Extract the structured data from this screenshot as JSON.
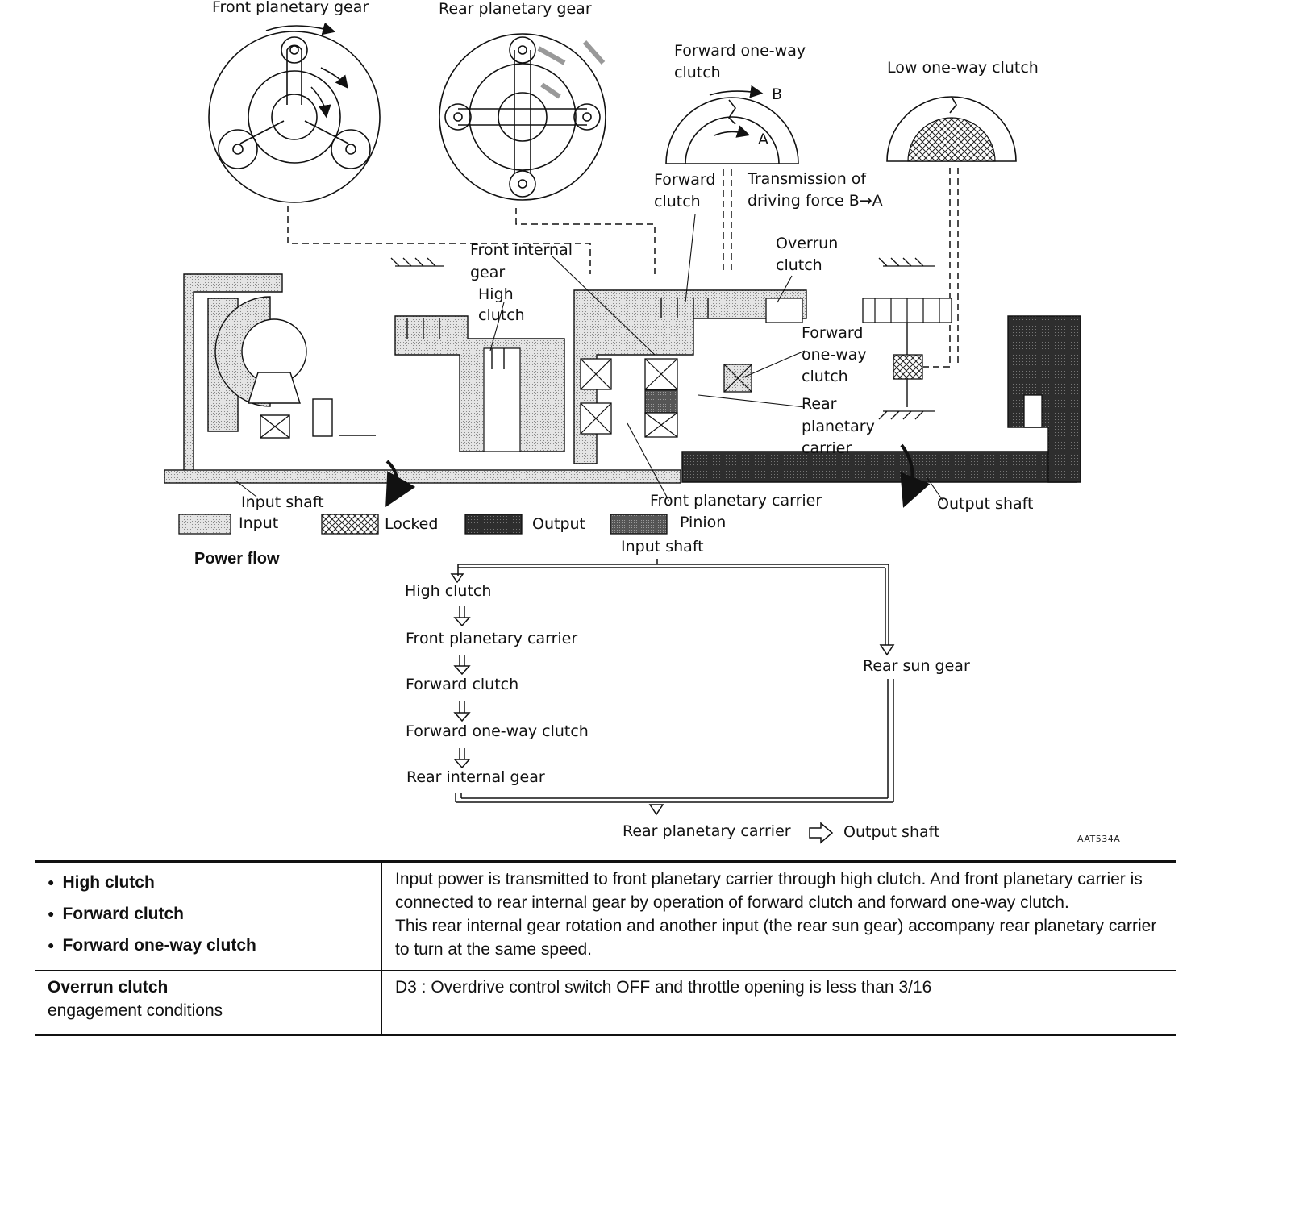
{
  "diagram": {
    "labels": {
      "front_planetary_gear": "Front planetary gear",
      "rear_planetary_gear": "Rear planetary gear",
      "forward_one_way_clutch_top_1": "Forward one-way",
      "forward_one_way_clutch_top_2": "clutch",
      "letter_b": "B",
      "letter_a": "A",
      "low_one_way_clutch": "Low one-way clutch",
      "forward_clutch_1": "Forward",
      "forward_clutch_2": "clutch",
      "transmission_1": "Transmission of",
      "transmission_2": "driving force B→A",
      "front_internal_1": "Front internal",
      "front_internal_2": "gear",
      "high_clutch_1": "High",
      "high_clutch_2": "clutch",
      "overrun_1": "Overrun",
      "overrun_2": "clutch",
      "fwd_owc_1": "Forward",
      "fwd_owc_2": "one-way",
      "fwd_owc_3": "clutch",
      "rear_carrier_1": "Rear",
      "rear_carrier_2": "planetary",
      "rear_carrier_3": "carrier",
      "input_shaft": "Input shaft",
      "front_planetary_carrier": "Front planetary carrier",
      "output_shaft": "Output shaft"
    },
    "legend": [
      {
        "label": "Input",
        "pattern": "input"
      },
      {
        "label": "Locked",
        "pattern": "locked"
      },
      {
        "label": "Output",
        "pattern": "output"
      },
      {
        "label": "Pinion",
        "pattern": "pinion"
      }
    ],
    "code": "AAT534A"
  },
  "power_flow": {
    "title": "Power flow",
    "start": "Input shaft",
    "left_chain": [
      "High clutch",
      "Front planetary carrier",
      "Forward clutch",
      "Forward one-way clutch",
      "Rear internal gear"
    ],
    "right": "Rear sun gear",
    "end_left": "Rear planetary carrier",
    "end_right": "Output shaft"
  },
  "table": {
    "row1_items": [
      "High clutch",
      "Forward clutch",
      "Forward one-way clutch"
    ],
    "row1_text_1": "Input power is transmitted to front planetary carrier through high clutch. And front planetary carrier is connected to rear internal gear by operation of forward clutch and forward one-way clutch.",
    "row1_text_2": "This rear internal gear rotation and another input (the rear sun gear) accompany rear planetary carrier to turn at the same speed.",
    "row2_title": "Overrun clutch",
    "row2_subtitle": "engagement conditions",
    "row2_text": "D3 : Overdrive control switch OFF and throttle opening is less than 3/16"
  }
}
